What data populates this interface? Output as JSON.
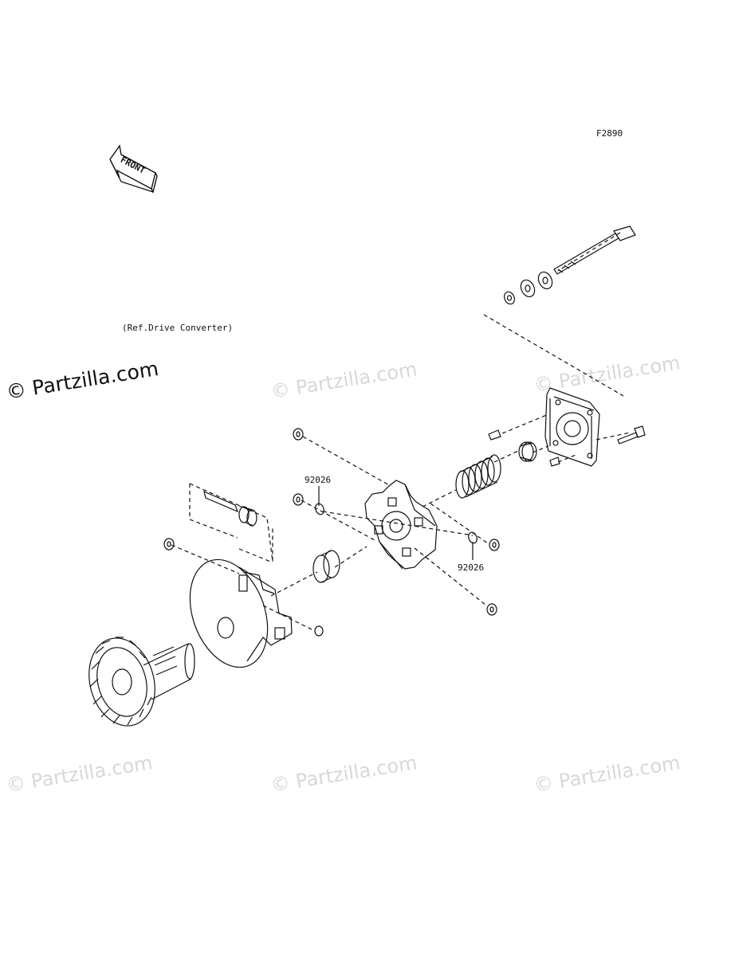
{
  "figure_code": "F2890",
  "front_arrow_label": "FRONT",
  "ref_note": "(Ref.Drive Converter)",
  "callouts": [
    {
      "part_number": "92026"
    },
    {
      "part_number": "92026"
    }
  ],
  "watermark_text": "© Partzilla.com",
  "colors": {
    "line": "#111111",
    "watermark": "#d8d8d8"
  }
}
